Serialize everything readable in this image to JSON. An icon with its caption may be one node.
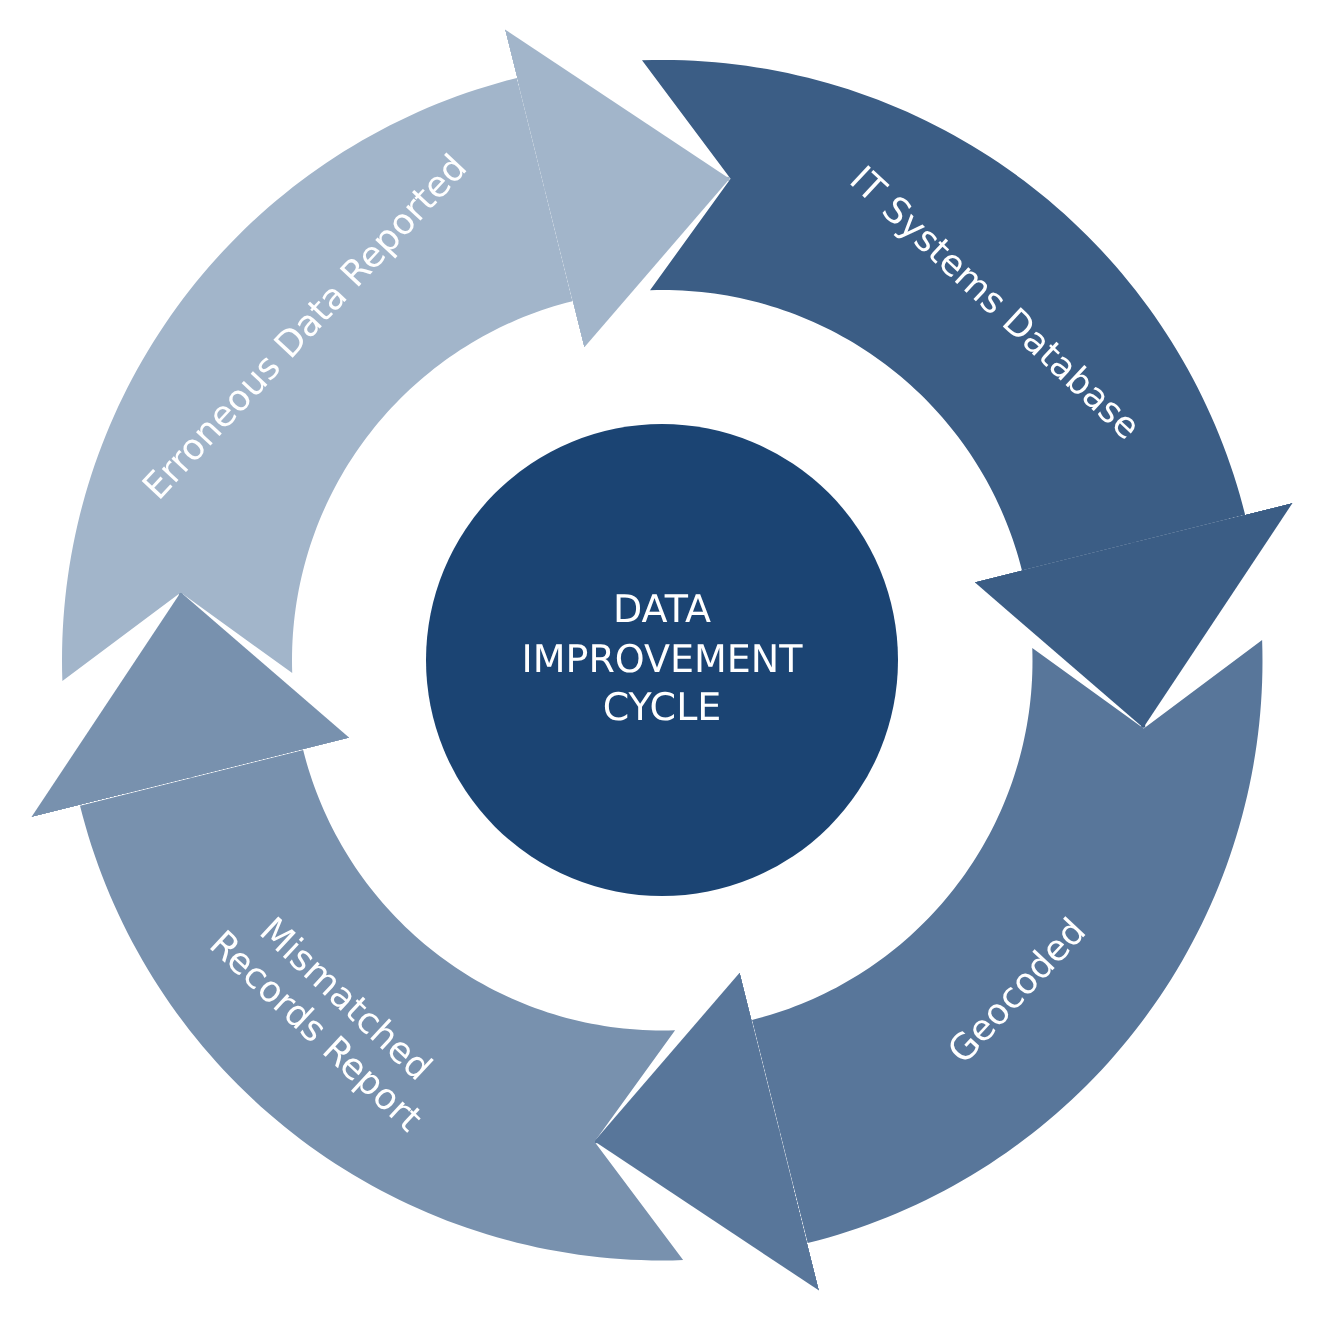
{
  "diagram": {
    "nodes": [
      {
        "text": [
          "Erroneous Data Reported"
        ]
      },
      {
        "text": [
          "IT Systems Database"
        ]
      },
      {
        "text": [
          "Geocoded"
        ]
      },
      {
        "text": [
          "Mismatched Records Report"
        ]
      },
      {
        "text": [
          "DATA IMPROVEMENT CYCLE"
        ]
      }
    ],
    "edges": [
      {
        "from": 0,
        "to": 1,
        "arrow": "to",
        "color": "#a2b5ca"
      },
      {
        "from": 1,
        "to": 2,
        "arrow": "to",
        "color": "#3b5d85"
      },
      {
        "from": 2,
        "to": 3,
        "arrow": "to",
        "color": "#58769a"
      },
      {
        "from": 3,
        "to": 0,
        "arrow": "to",
        "color": "#7891ae"
      }
    ]
  }
}
